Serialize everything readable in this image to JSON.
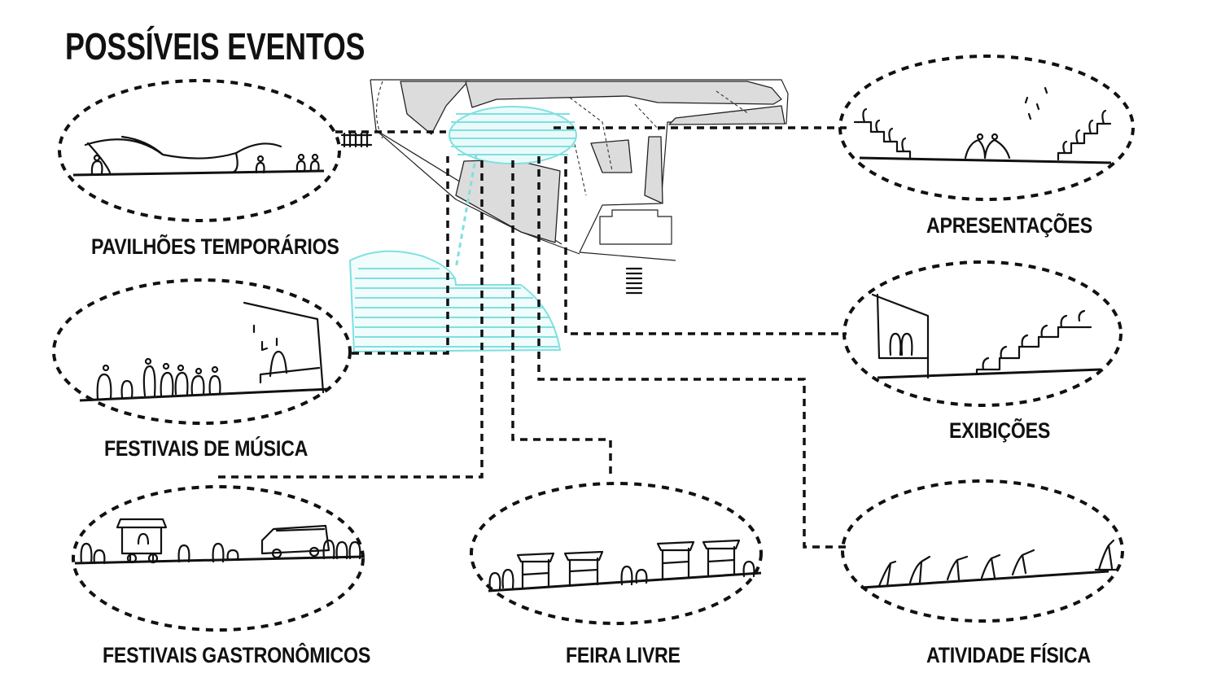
{
  "title": "POSSÍVEIS EVENTOS",
  "events": [
    {
      "id": "pavilhoes",
      "label": "PAVILHÕES TEMPORÁRIOS"
    },
    {
      "id": "festivais-musica",
      "label": "FESTIVAIS DE MÚSICA"
    },
    {
      "id": "festivais-gastronomicos",
      "label": "FESTIVAIS GASTRONÔMICOS"
    },
    {
      "id": "feira-livre",
      "label": "FEIRA LIVRE"
    },
    {
      "id": "apresentacoes",
      "label": "APRESENTAÇÕES"
    },
    {
      "id": "exibicoes",
      "label": "EXIBIÇÕES"
    },
    {
      "id": "atividade-fisica",
      "label": "ATIVIDADE FÍSICA"
    }
  ],
  "colors": {
    "ink": "#111111",
    "block_fill": "#dcdcdc",
    "highlight": "#7fe0e0"
  }
}
